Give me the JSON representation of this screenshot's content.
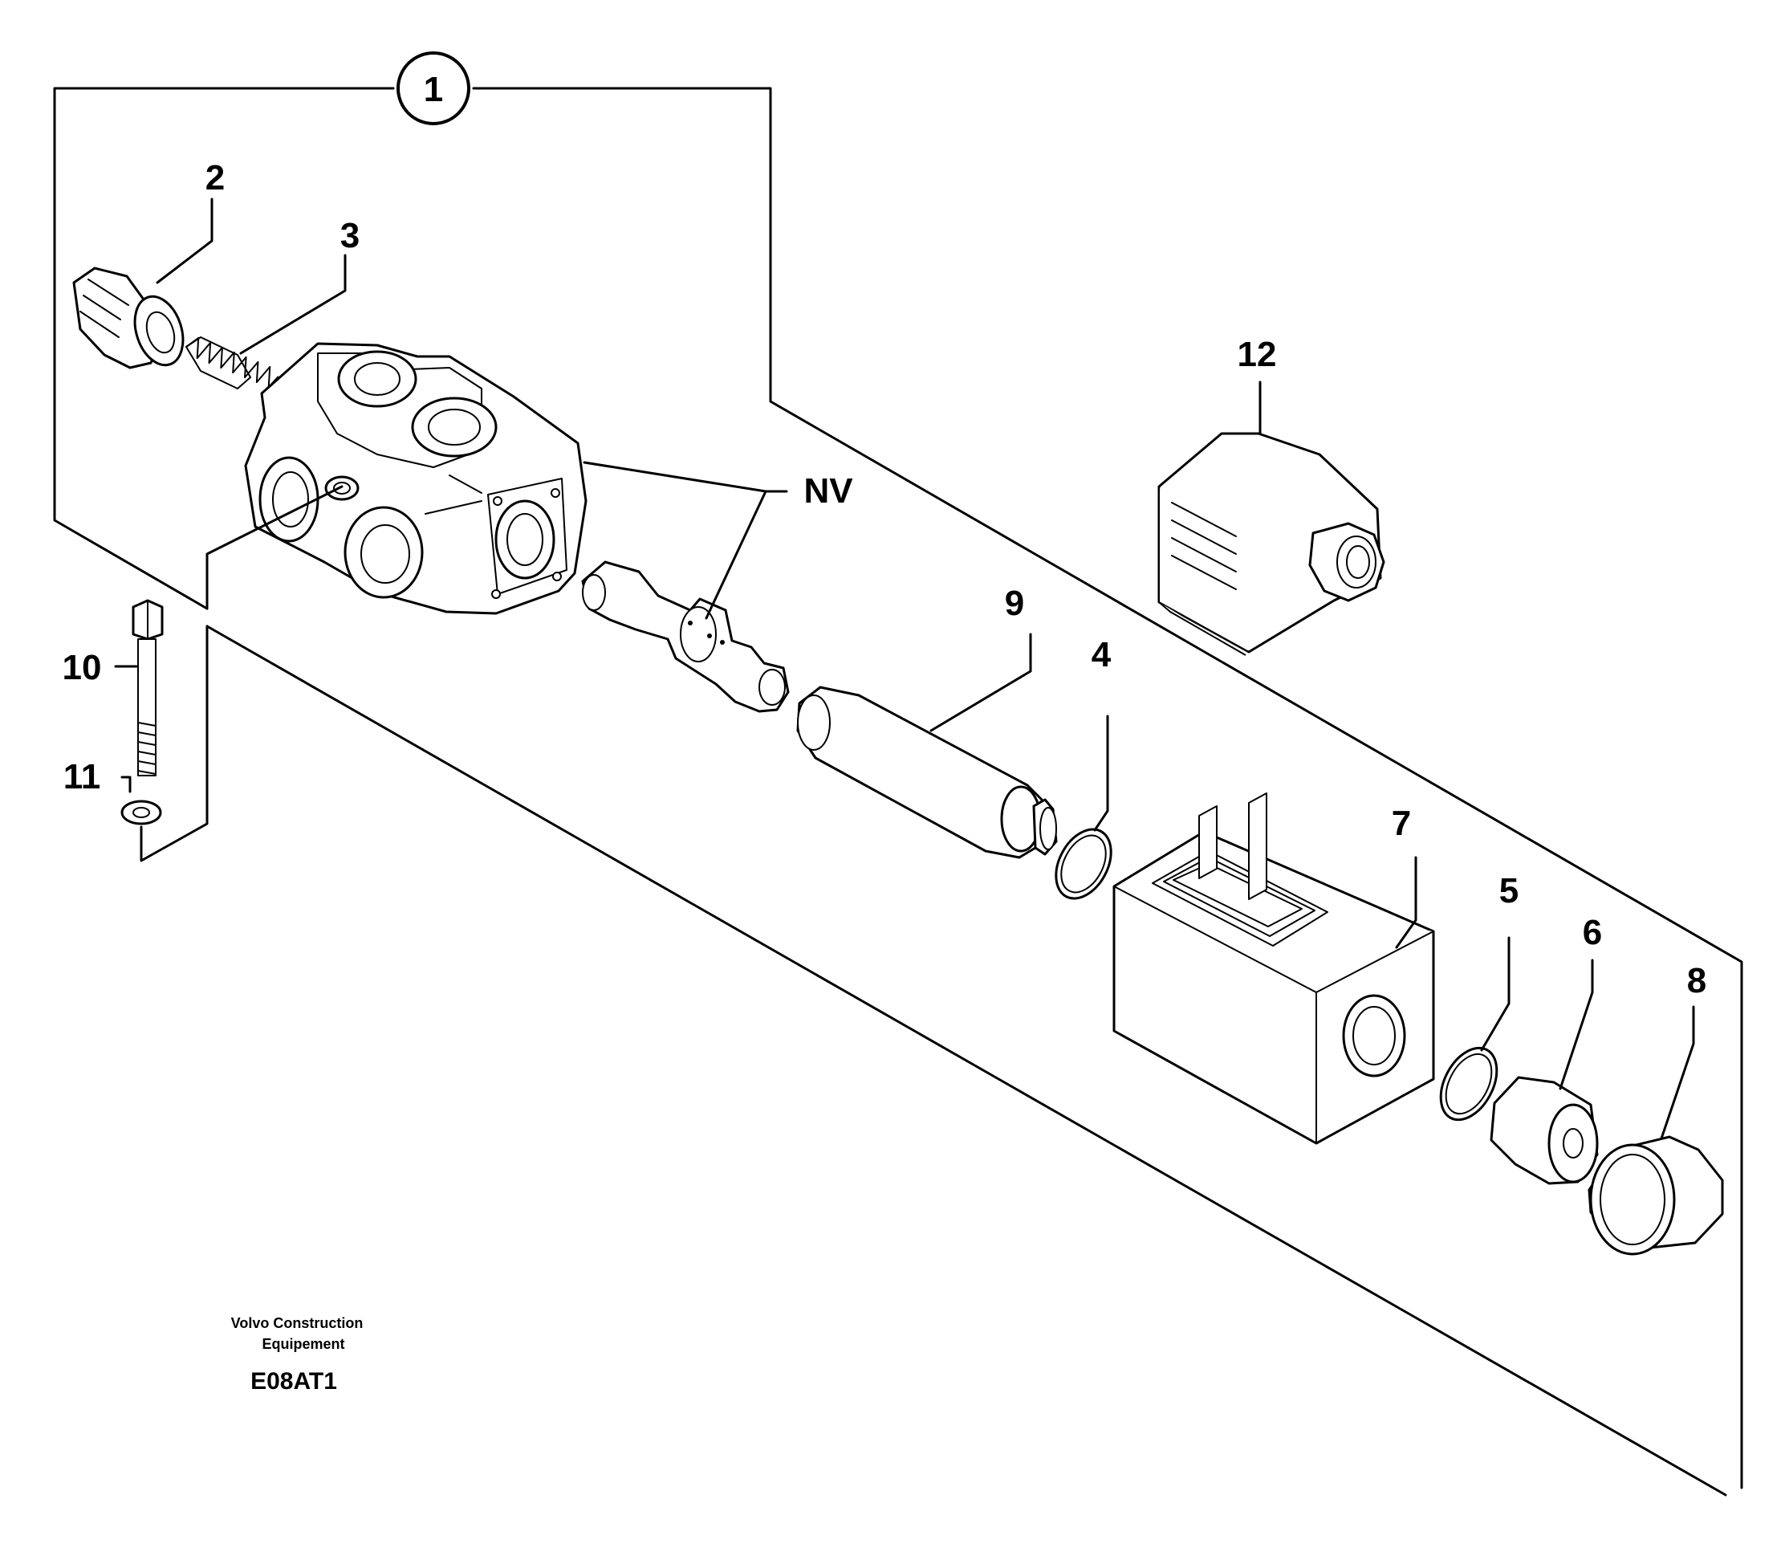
{
  "callouts": {
    "c1": "1",
    "c2": "2",
    "c3": "3",
    "c4": "4",
    "c5": "5",
    "c6": "6",
    "c7": "7",
    "c8": "8",
    "c9": "9",
    "c10": "10",
    "c11": "11",
    "c12": "12",
    "nv": "NV"
  },
  "caption": {
    "line1": "Volvo Construction",
    "line2": "Equipement",
    "code": "E08AT1"
  }
}
